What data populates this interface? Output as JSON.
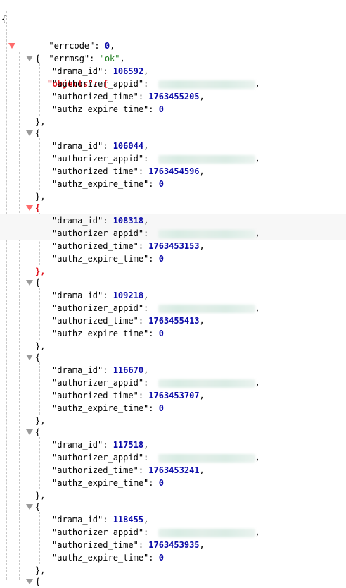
{
  "json": {
    "open_brace": "{",
    "errcode_key": "\"errcode\"",
    "errcode_value": "0",
    "errmsg_key": "\"errmsg\"",
    "errmsg_value": "\"ok\"",
    "objects_key": "\"objects\"",
    "objects_open": "[",
    "keys": {
      "drama_id": "\"drama_id\"",
      "authorizer_appid": "\"authorizer_appid\"",
      "authorized_time": "\"authorized_time\"",
      "authz_expire_time": "\"authz_expire_time\""
    },
    "objects": [
      {
        "drama_id": "106592",
        "authorized_time": "1763455205",
        "authz_expire_time": "0"
      },
      {
        "drama_id": "106044",
        "authorized_time": "1763454596",
        "authz_expire_time": "0"
      },
      {
        "drama_id": "108318",
        "authorized_time": "1763453153",
        "authz_expire_time": "0"
      },
      {
        "drama_id": "109218",
        "authorized_time": "1763455413",
        "authz_expire_time": "0"
      },
      {
        "drama_id": "116670",
        "authorized_time": "1763453707",
        "authz_expire_time": "0"
      },
      {
        "drama_id": "117518",
        "authorized_time": "1763453241",
        "authz_expire_time": "0"
      },
      {
        "drama_id": "118455",
        "authorized_time": "1763453935",
        "authz_expire_time": "0"
      }
    ],
    "obj_open": "{",
    "obj_close": "},"
  },
  "colors": {
    "key": "#000000",
    "number": "#0a0aa8",
    "string": "#1a7a1a",
    "highlight": "#e0141e",
    "toggle": "#9a9a9a",
    "toggle_active": "#ff6b6b"
  }
}
